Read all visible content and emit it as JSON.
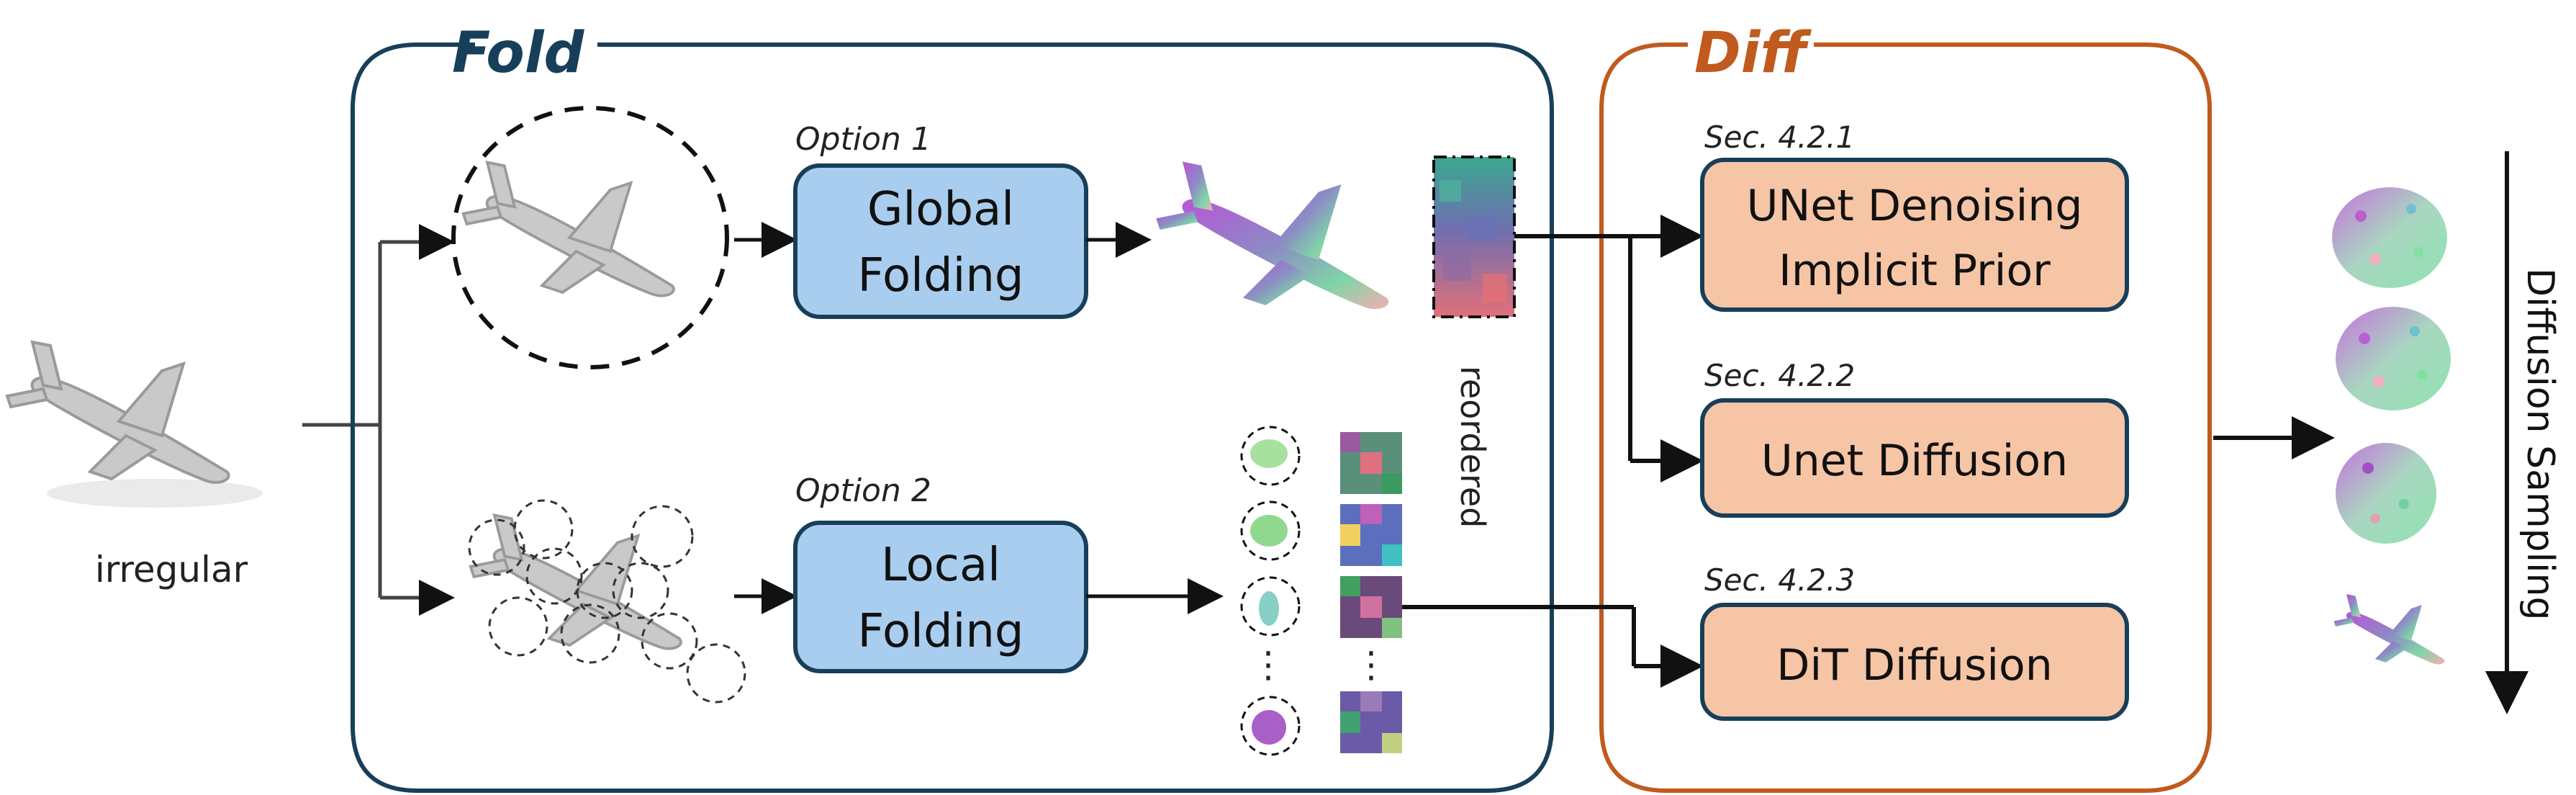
{
  "input": {
    "caption": "irregular"
  },
  "fold": {
    "title": "Fold",
    "title_color": "#173f5a",
    "option1": {
      "label": "Option 1",
      "button": [
        "Global",
        "Folding"
      ]
    },
    "option2": {
      "label": "Option 2",
      "button": [
        "Local",
        "Folding"
      ]
    },
    "reordered": "reordered",
    "ellipsis": "⋮"
  },
  "diff": {
    "title": "Diff",
    "title_color": "#c05a1e",
    "blocks": [
      {
        "section": "Sec. 4.2.1",
        "lines": [
          "UNet Denoising",
          "Implicit Prior"
        ]
      },
      {
        "section": "Sec. 4.2.2",
        "lines": [
          "Unet Diffusion"
        ]
      },
      {
        "section": "Sec. 4.2.3",
        "lines": [
          "DiT Diffusion"
        ]
      }
    ]
  },
  "output": {
    "axis_label": "Diffusion Sampling"
  },
  "colors": {
    "fold_box": "#173f5a",
    "diff_box": "#c05a1e",
    "blue_fill": "#a9cdee",
    "salmon_fill": "#f6c5a6",
    "plane_gray": "#c9c9c9",
    "arrow": "#111111"
  },
  "icons": [
    "plane-gray-icon",
    "plane-colored-icon",
    "point-cloud-icon",
    "patch-grid-icon",
    "local-patch-icon"
  ]
}
